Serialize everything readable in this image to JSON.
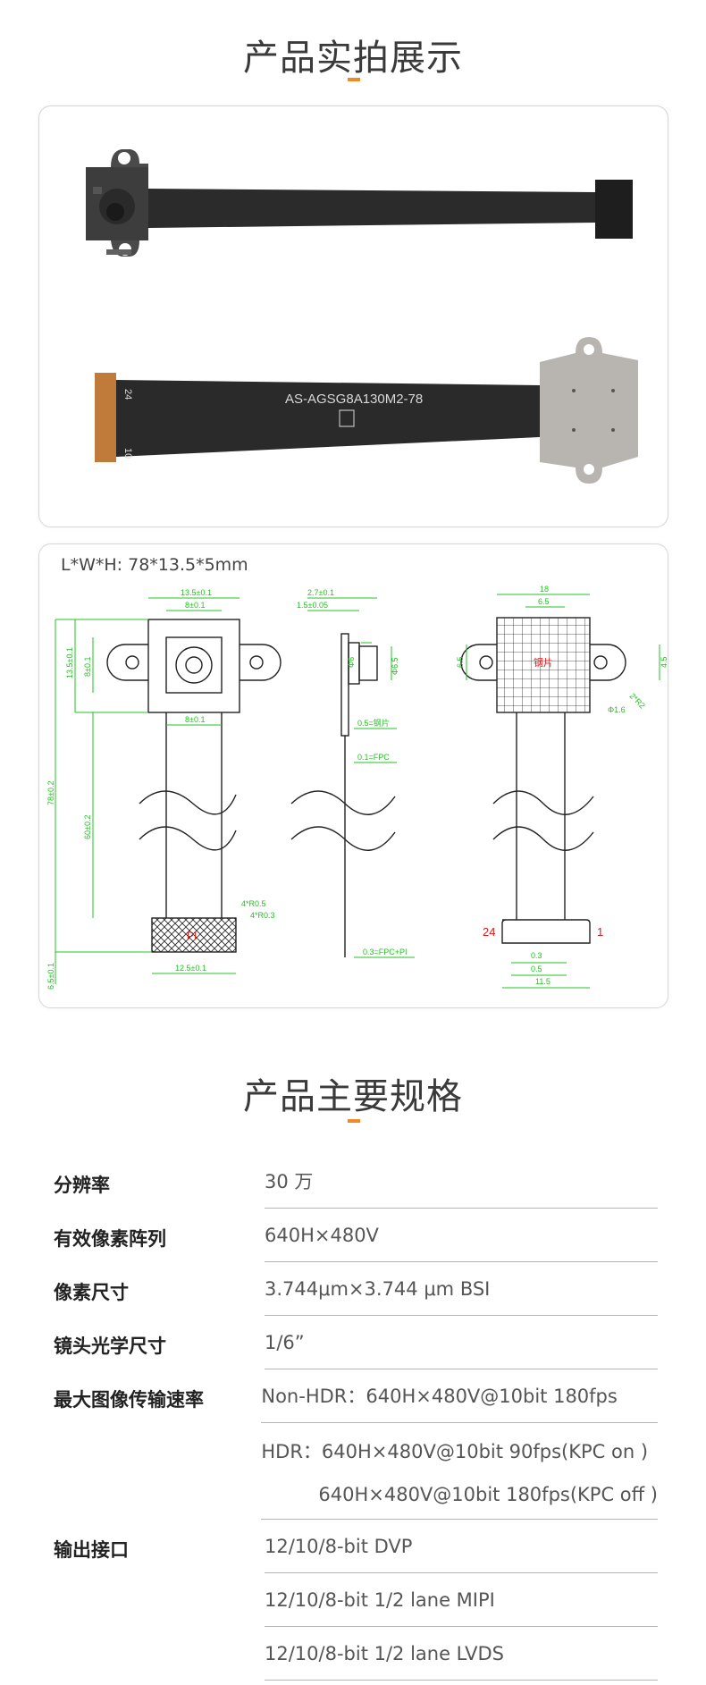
{
  "section1": {
    "title": "产品实拍展示"
  },
  "photo": {
    "cable_marking": "AS-AGSG8A130M2-78",
    "pin_top": "24",
    "pin_bottom": "10"
  },
  "drawing": {
    "dims_label": "L*W*H: 78*13.5*5mm",
    "front": {
      "w_outer": "13.5±0.1",
      "w_inner": "8±0.1",
      "h_left": "13.5±0.1",
      "h_inner": "8±0.1",
      "neck": "8±0.1",
      "len_total": "78±0.2",
      "len_cable": "60±0.2",
      "len_end": "6.5±0.1",
      "conn_w": "12.5±0.1",
      "r1": "4*R0.5",
      "r2": "4*R0.3",
      "pi": "PI"
    },
    "side": {
      "t1": "2.7±0.1",
      "t2": "1.5±0.05",
      "d1": "Φ6",
      "d2": "Φ6.5",
      "stiff": "0.5=钢片",
      "fpc": "0.1=FPC",
      "fpc_pi": "0.3=FPC+PI"
    },
    "back": {
      "w": "18",
      "w2": "6.5",
      "h1": "6.5",
      "h2": "4.5",
      "angle": "2*R2",
      "hole": "Φ1.6",
      "steel": "钢片",
      "pin24": "24",
      "pin1": "1",
      "p1": "0.3",
      "p2": "0.5",
      "cw": "11.5"
    }
  },
  "section2": {
    "title": "产品主要规格"
  },
  "specs": [
    {
      "key": "分辨率",
      "values": [
        "30 万"
      ]
    },
    {
      "key": "有效像素阵列",
      "values": [
        "640H×480V"
      ]
    },
    {
      "key": "像素尺寸",
      "values": [
        "3.744μm×3.744 μm BSI"
      ]
    },
    {
      "key": "镜头光学尺寸",
      "values": [
        "1/6”"
      ]
    },
    {
      "key": "最大图像传输速率",
      "values": [
        "Non-HDR：640H×480V@10bit 180fps"
      ],
      "multi": {
        "line1": "HDR：640H×480V@10bit 90fps(KPC on )",
        "line2": "640H×480V@10bit 180fps(KPC off )"
      }
    },
    {
      "key": "输出接口",
      "values": [
        "12/10/8-bit DVP",
        "12/10/8-bit 1/2 lane MIPI",
        "12/10/8-bit 1/2 lane LVDS"
      ]
    }
  ]
}
